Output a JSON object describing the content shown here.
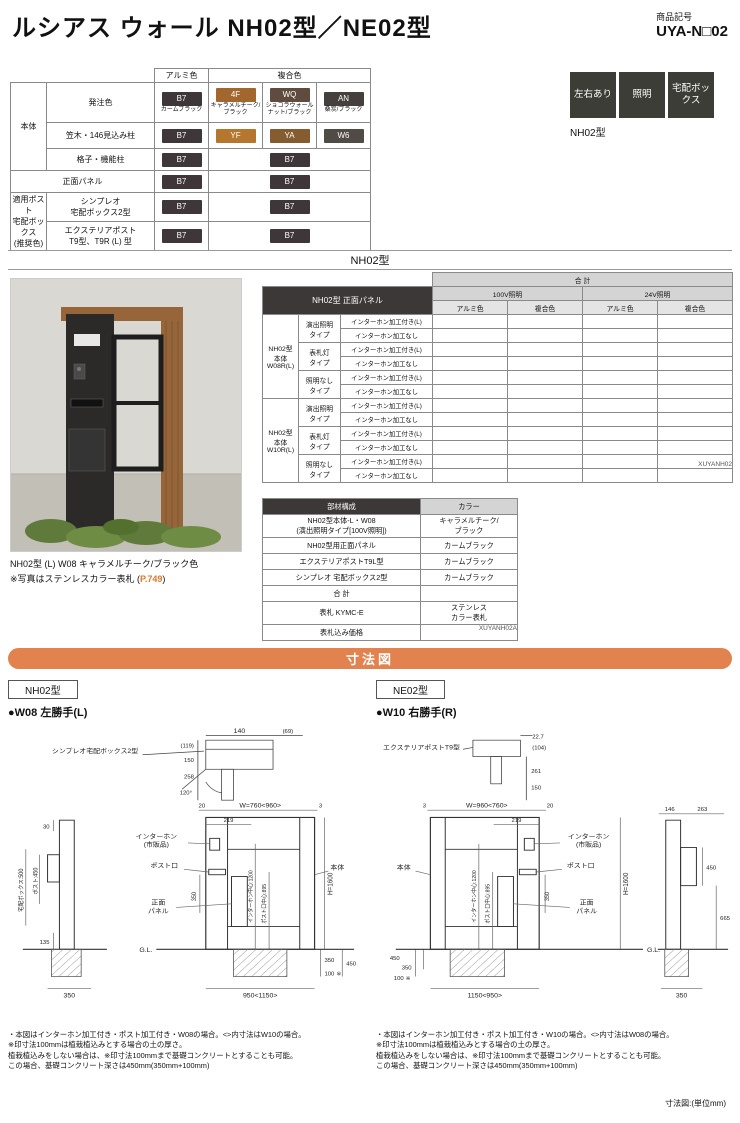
{
  "header": {
    "title": "ルシアス ウォール NH02型／NE02型",
    "code_label": "商品記号",
    "code": "UYA-N□02"
  },
  "badges": {
    "items": [
      "左右あり",
      "照明",
      "宅配ボックス"
    ],
    "model": "NH02型"
  },
  "section_nh02": "NH02型",
  "color_table": {
    "h_alumi": "アルミ色",
    "h_fukugo": "複合色",
    "g_hontai": "本体",
    "g_post": "適用ポスト\n宅配ボックス\n(推奨色)",
    "r1_label": "発注色",
    "r2_label": "笠木・146見込み柱",
    "r3_label": "格子・機能柱",
    "r4_label": "正面パネル",
    "r5_label": "シンプレオ\n宅配ボックス2型",
    "r6_label": "エクステリアポスト\nT9型、T9R (L) 型",
    "chips": {
      "b7": {
        "code": "B7",
        "name": "カームブラック",
        "color": "#3e3639"
      },
      "f4": {
        "code": "4F",
        "name": "キャラメルチーク/ブラック",
        "color": "#a2672e"
      },
      "wq": {
        "code": "WQ",
        "name": "ショコラウォールナット/ブラック",
        "color": "#5f4c3e"
      },
      "an": {
        "code": "AN",
        "name": "桑炭/ブラック",
        "color": "#45403d"
      },
      "yf": {
        "code": "YF",
        "color": "#b5772e"
      },
      "ya": {
        "code": "YA",
        "color": "#845c30"
      },
      "w6": {
        "code": "W6",
        "color": "#514b45"
      }
    }
  },
  "photo": {
    "caption1": "NH02型 (L) W08 キャラメルチーク/ブラック色",
    "caption2_pre": "※写真はステンレスカラー表札 (",
    "caption2_link": "P.749",
    "caption2_post": ")"
  },
  "price_table": {
    "total": "合  計",
    "panel_header": "NH02型 正面パネル",
    "v100": "100V照明",
    "v24": "24V照明",
    "alumi": "アルミ色",
    "fukugo": "複合色",
    "body_w08": "NH02型\n本体\nW08R(L)",
    "body_w10": "NH02型\n本体\nW10R(L)",
    "types": [
      "演出照明\nタイプ",
      "表札灯\nタイプ",
      "照明なし\nタイプ"
    ],
    "proc_l": "インターホン加工付き(L)",
    "proc_none": "インターホン加工なし",
    "code": "XUYANH02"
  },
  "parts_table": {
    "h_parts": "部材構成",
    "h_color": "カラー",
    "rows": [
      {
        "name": "NH02型本体-L・W08\n(演出照明タイプ[100V照明])",
        "color": "キャラメルチーク/\nブラック"
      },
      {
        "name": "NH02型用正面パネル",
        "color": "カームブラック"
      },
      {
        "name": "エクステリアポストT9L型",
        "color": "カームブラック"
      },
      {
        "name": "シンプレオ 宅配ボックス2型",
        "color": "カームブラック"
      },
      {
        "name": "合  計",
        "color": ""
      },
      {
        "name": "表札 KYMC-E",
        "color": "ステンレス\nカラー表札"
      },
      {
        "name": "表札込み価格",
        "color": ""
      }
    ],
    "code": "XUYANH02A"
  },
  "dims": {
    "banner": "寸法図",
    "unit_note": "寸法図:(単位mm)",
    "nh02": {
      "model": "NH02型",
      "variant": "●W08 左勝手(L)",
      "plan": {
        "w140": "140",
        "w69": "(69)",
        "h119": "(119)",
        "h150": "150",
        "h258": "258",
        "angle": "120°",
        "box": "シンプレオ宅配ボックス2型"
      },
      "side": {
        "t30": "30",
        "post450": "ポスト:450",
        "box500": "宅配ボックス:500",
        "b135": "135",
        "w350": "350"
      },
      "front": {
        "d20": "20",
        "w": "W=760<960>",
        "d3": "3",
        "d219": "219",
        "interphone1": "インターホン",
        "interphone2": "(市販品)",
        "post_slot": "ポスト口",
        "d350": "350",
        "panel1": "正面",
        "panel2": "パネル",
        "body": "本体",
        "h": "H=1600",
        "ic": "インターホン中心:1200",
        "pc": "ポスト口中心:895",
        "gl": "G.L.",
        "u450": "450",
        "u350": "350",
        "u100": "100",
        "star": "※",
        "wb": "950<1150>"
      },
      "notes": [
        "・本図はインターホン加工付き・ポスト加工付き・W08の場合。<>内寸法はW10の場合。",
        "※印寸法100mmは植栽植込みとする場合の土の厚さ。",
        "植栽植込みをしない場合は、※印寸法100mmまで基礎コンクリートとすることも可能。",
        "この場合、基礎コンクリート深さは450mm(350mm+100mm)"
      ]
    },
    "ne02": {
      "model": "NE02型",
      "variant": "●W10 右勝手(R)",
      "plan": {
        "box": "エクステリアポストT9型",
        "w227": "22.7",
        "w104": "(104)",
        "h261": "261",
        "h150": "150"
      },
      "side": {
        "t146": "146",
        "t263": "263",
        "r450": "450",
        "r665": "665",
        "w350": "350"
      },
      "front": {
        "d3": "3",
        "w": "W=960<760>",
        "d20": "20",
        "d219": "219",
        "interphone1": "インターホン",
        "interphone2": "(市販品)",
        "post_slot": "ポスト口",
        "d350": "350",
        "panel1": "正面",
        "panel2": "パネル",
        "body": "本体",
        "h": "H=1600",
        "ic": "インターホン中心:1200",
        "pc": "ポスト口中心:895",
        "gl": "G.L.",
        "u450": "450",
        "u350": "350",
        "u100": "100",
        "star": "※",
        "wb": "1150<950>"
      },
      "notes": [
        "・本図はインターホン加工付き・ポスト加工付き・W10の場合。<>内寸法はW08の場合。",
        "※印寸法100mmは植栽植込みとする場合の土の厚さ。",
        "植栽植込みをしない場合は、※印寸法100mmまで基礎コンクリートとすることも可能。",
        "この場合、基礎コンクリート深さは450mm(350mm+100mm)"
      ]
    }
  }
}
